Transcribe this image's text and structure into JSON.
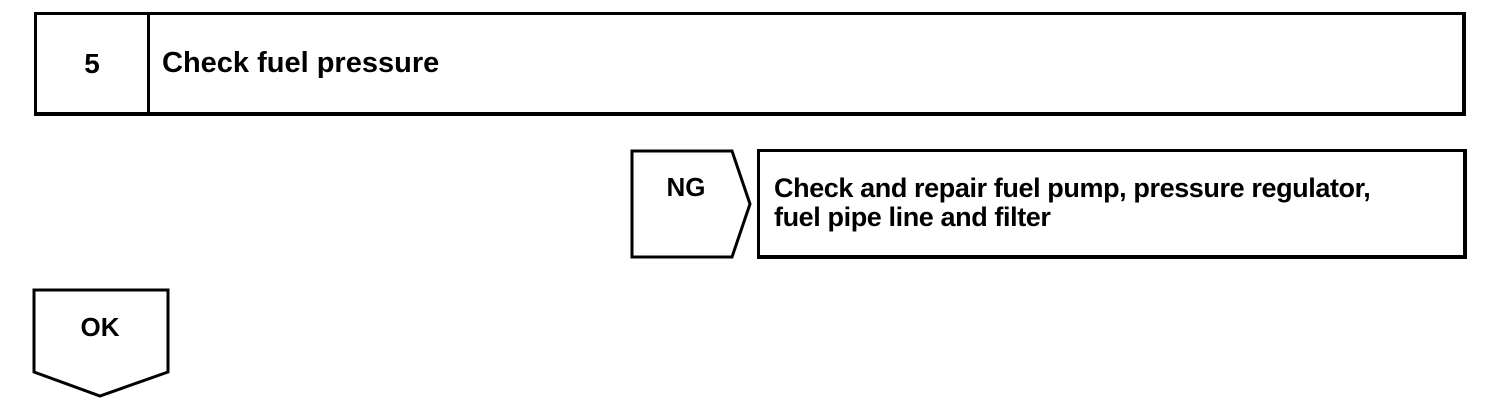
{
  "step": {
    "number": "5",
    "title": "Check fuel pressure"
  },
  "ng_branch": {
    "label": "NG",
    "action_lines": [
      "Check and repair fuel pump, pressure regulator,",
      "fuel pipe line and filter"
    ]
  },
  "ok_branch": {
    "label": "OK"
  },
  "colors": {
    "line": "#000000",
    "background": "#ffffff"
  }
}
